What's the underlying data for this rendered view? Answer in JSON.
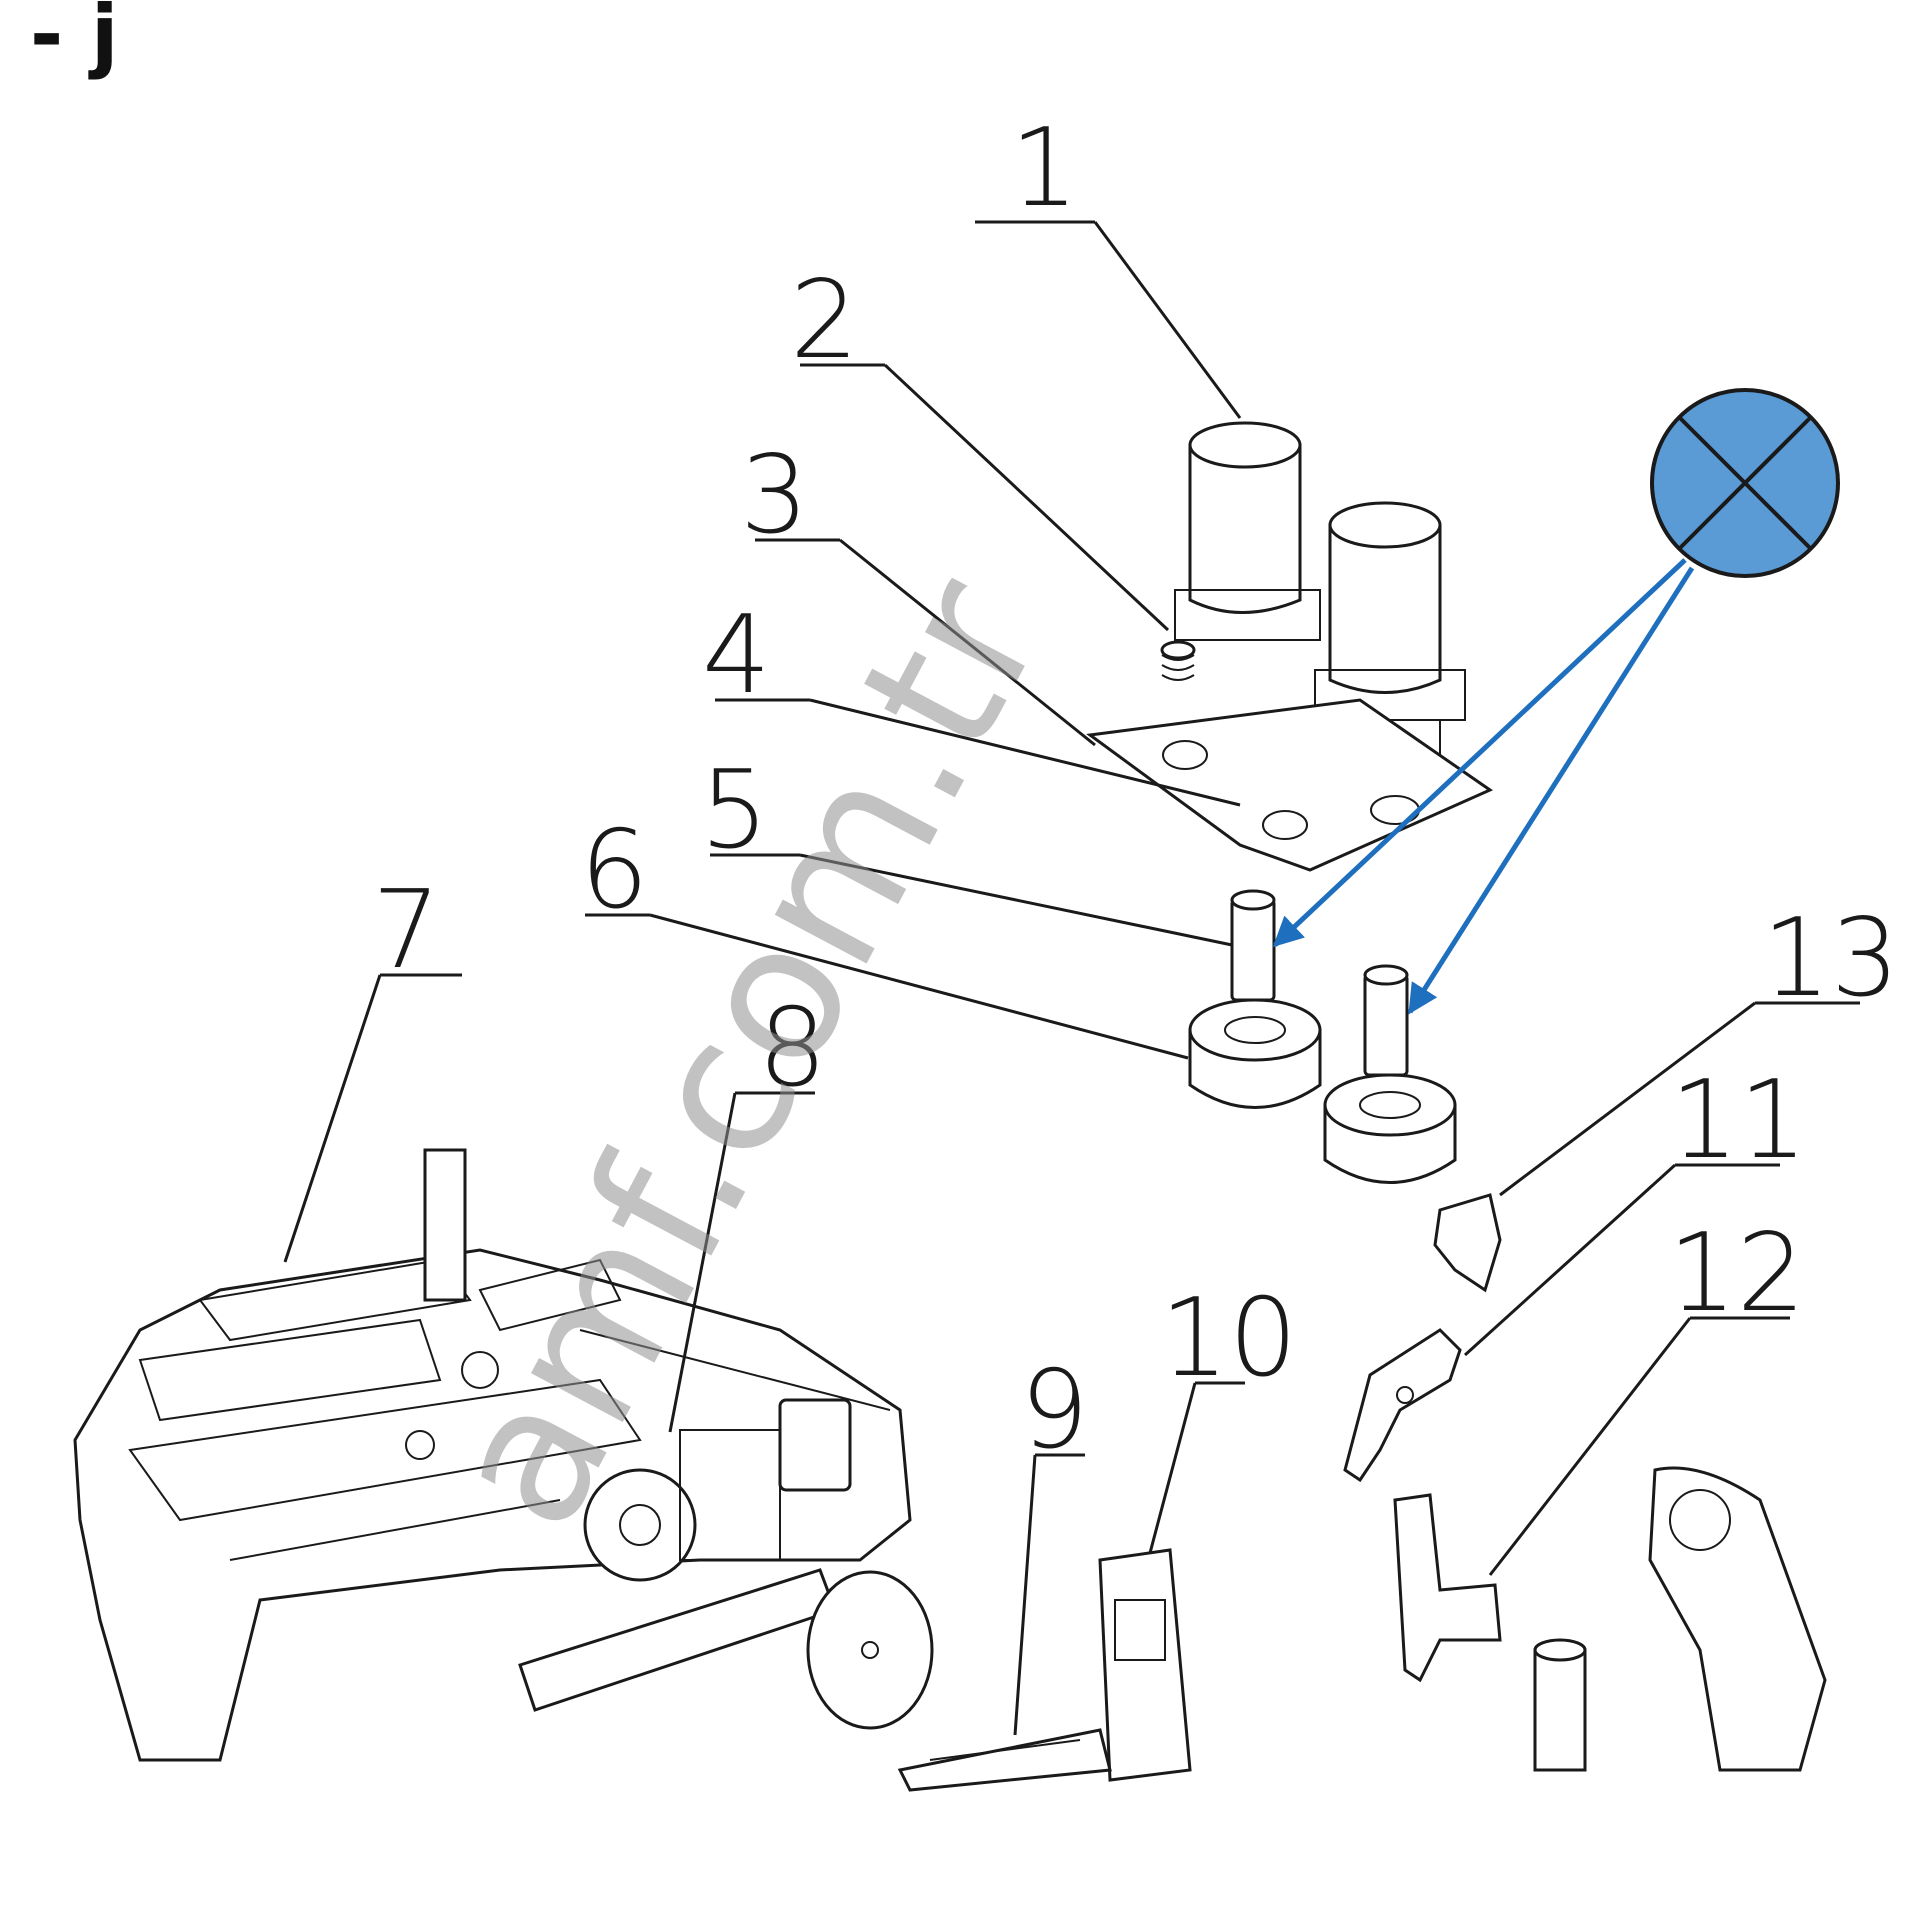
{
  "corner_text": "- j",
  "watermark": "amf.com.tr",
  "marker": {
    "icon": "cross-circle-icon",
    "fill_color": "#5b9bd5",
    "arrow_color": "#1f6fbf"
  },
  "callouts": [
    {
      "id": 1,
      "label": "1"
    },
    {
      "id": 2,
      "label": "2"
    },
    {
      "id": 3,
      "label": "3"
    },
    {
      "id": 4,
      "label": "4"
    },
    {
      "id": 5,
      "label": "5"
    },
    {
      "id": 6,
      "label": "6"
    },
    {
      "id": 7,
      "label": "7"
    },
    {
      "id": 8,
      "label": "8"
    },
    {
      "id": 9,
      "label": "9"
    },
    {
      "id": 10,
      "label": "10"
    },
    {
      "id": 11,
      "label": "11"
    },
    {
      "id": 12,
      "label": "12"
    },
    {
      "id": 13,
      "label": "13"
    }
  ]
}
